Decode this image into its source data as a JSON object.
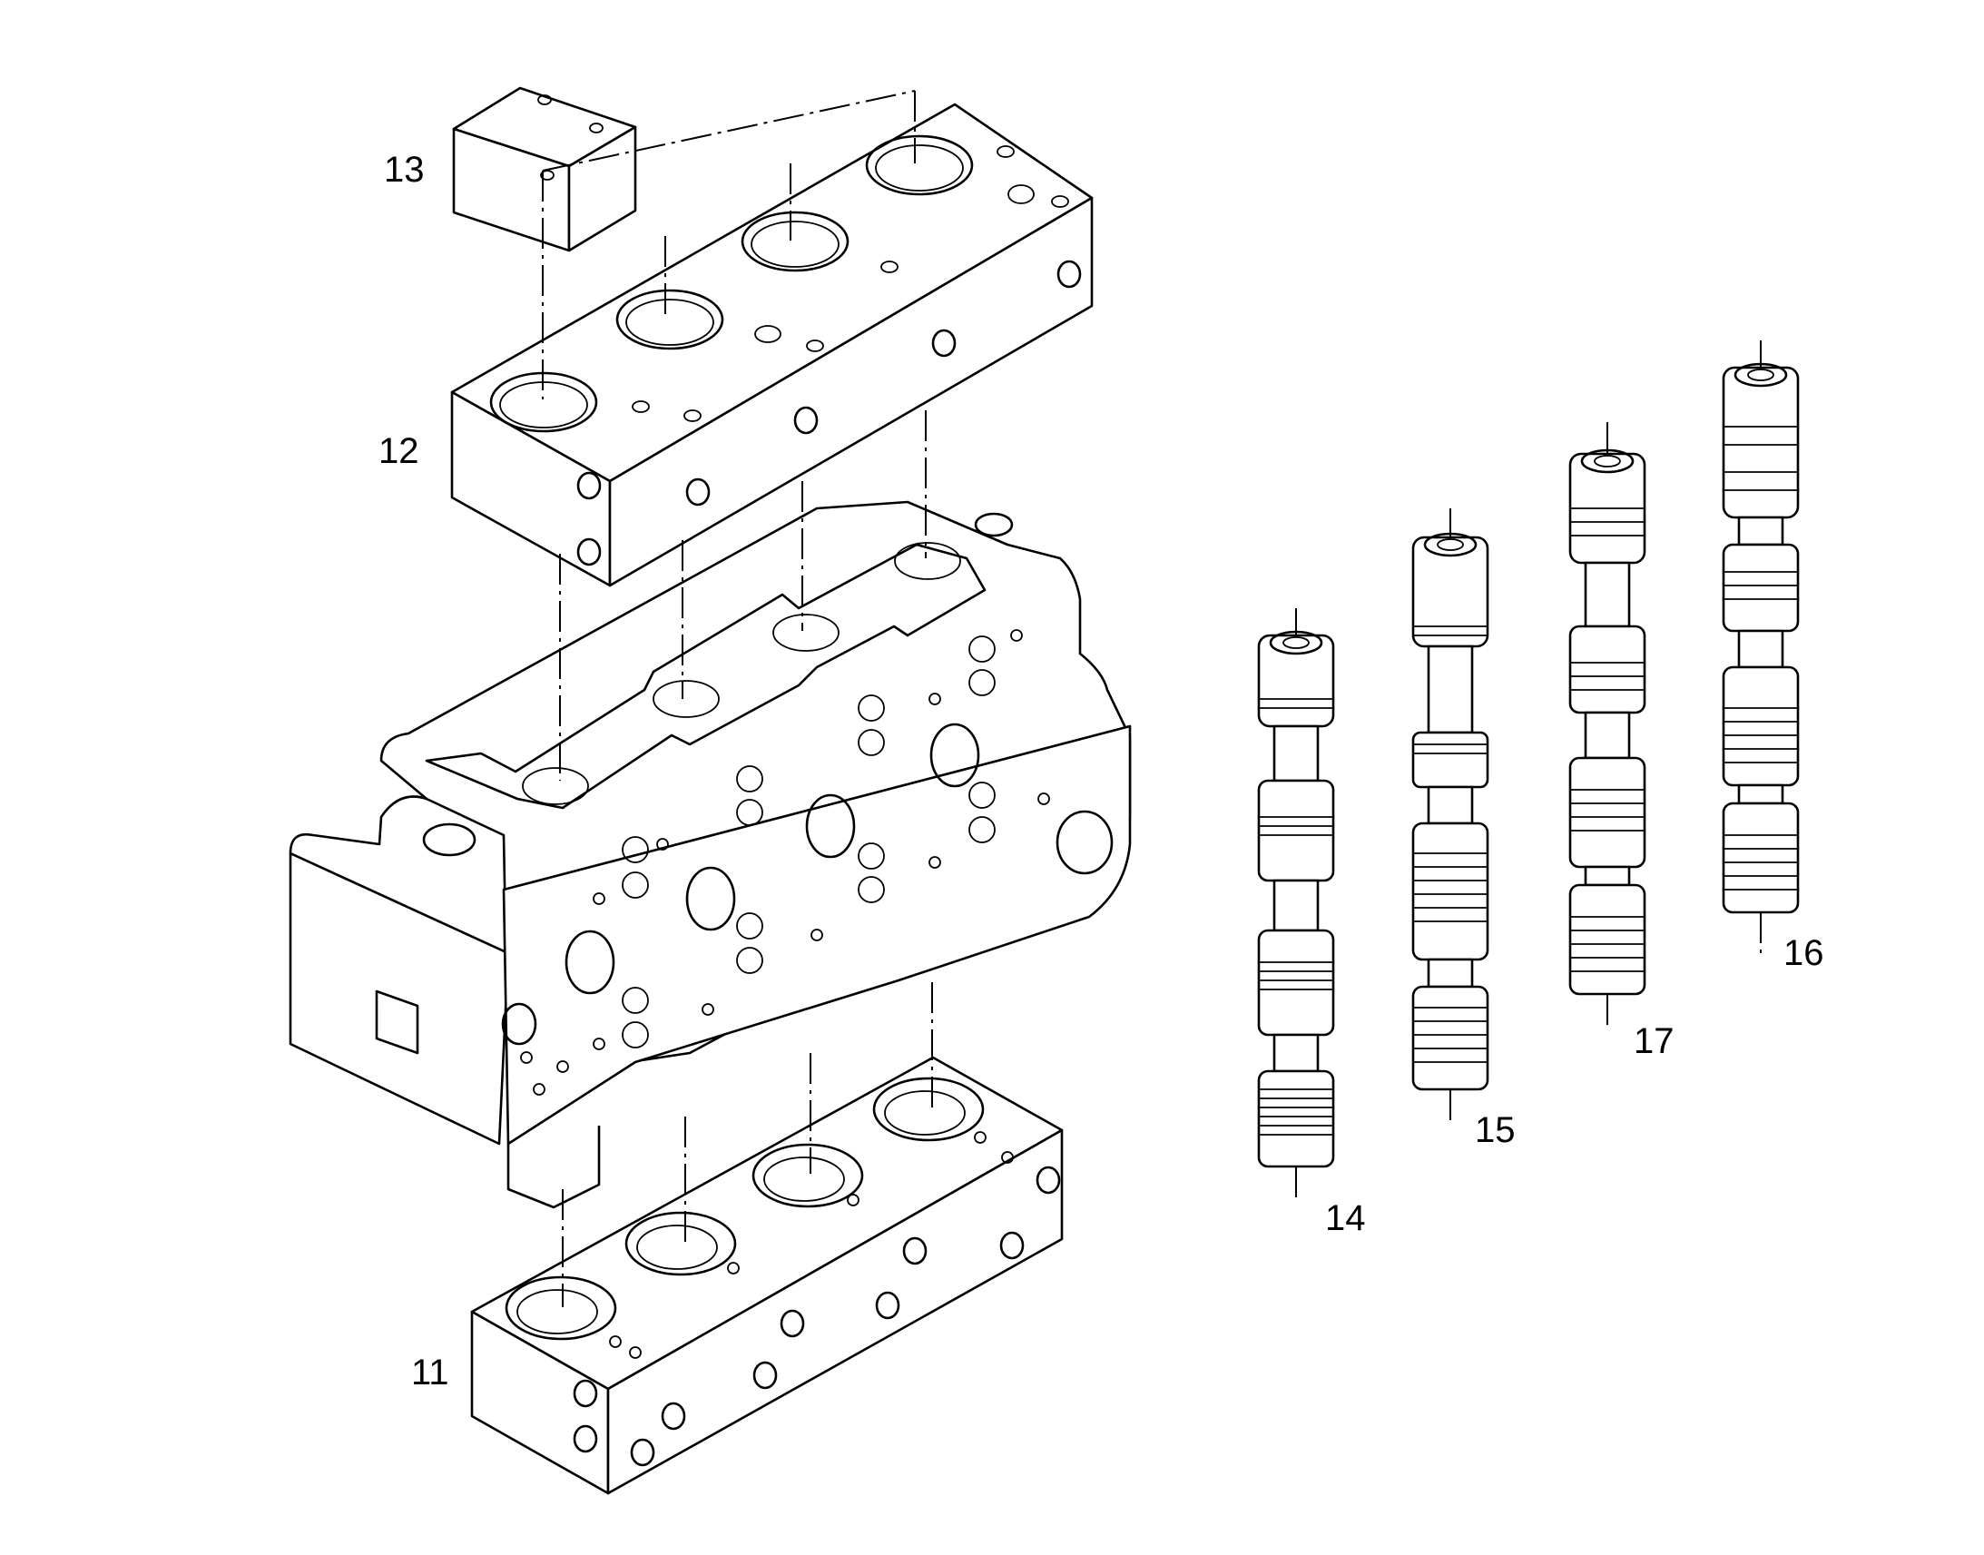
{
  "labels": {
    "p11": "11",
    "p12": "12",
    "p13": "13",
    "p14": "14",
    "p15": "15",
    "p16": "16",
    "p17": "17"
  },
  "colors": {
    "line": "#000000",
    "background": "#ffffff"
  }
}
